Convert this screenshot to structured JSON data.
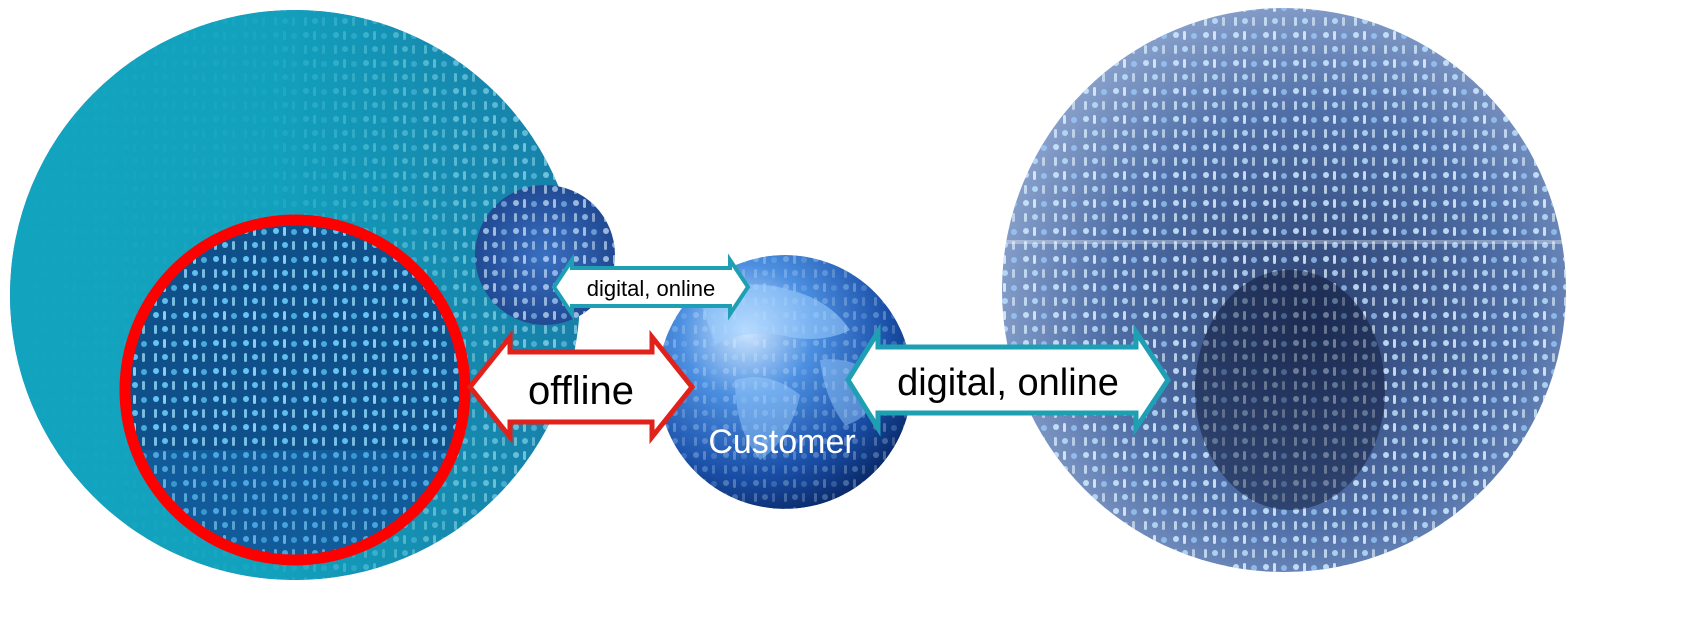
{
  "labels": {
    "offline": "offline",
    "digital_online_small": "digital, online",
    "digital_online_large": "digital, online",
    "customer": "Customer"
  },
  "colors": {
    "background": "#ffffff",
    "teal_circle": "#12a4bf",
    "offline_ring": "#ff0000",
    "offline_arrow_outline": "#e0221b",
    "online_arrow_outline": "#1f9fb4",
    "arrow_fill": "#ffffff",
    "globe": "#1a4fa8",
    "binary_text": "#bfe6ff"
  },
  "icons": {
    "left_circle": "binary-code-circle",
    "small_circle": "binary-code-bubble",
    "center": "customer-globe",
    "right_circle": "binary-code-circle-large"
  }
}
